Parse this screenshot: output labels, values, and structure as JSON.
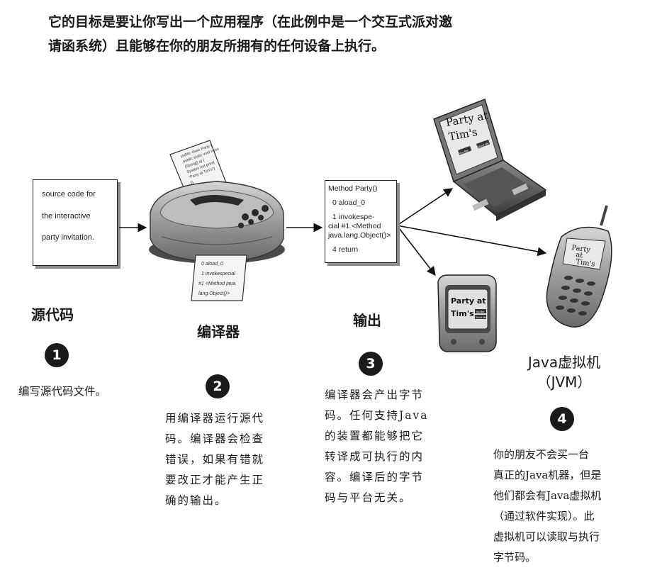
{
  "intro": {
    "line1": "它的目标是要让你写出一个应用程序（在此例中是一个交互式派对邀",
    "line2": "请函系统）且能够在你的朋友所拥有的任何设备上执行。"
  },
  "source_box": {
    "lines": [
      "source code for",
      "the interactive",
      "party invitation."
    ]
  },
  "paper_text": [
    "public class Party {",
    "public static void main",
    "(String[] a) {",
    "System.out.print(",
    "\"Party at Tim's\")",
    "}}"
  ],
  "output_paper": [
    "0 aload_0",
    "1 invokespecial",
    "#1 <Method java.",
    "lang.Object()>"
  ],
  "bytecode_box": {
    "lines": [
      "Method Party()",
      "0 aload_0",
      "1 invokespe-",
      "cial #1 <Method",
      "java.lang.Object()>",
      "4 return"
    ]
  },
  "device_screen": {
    "laptop": [
      "Party at",
      "Tim's"
    ],
    "laptop_buttons": [
      "You Bet",
      "Shoot Me"
    ],
    "phone": [
      "Party",
      "at",
      "Tim's"
    ],
    "pda": [
      "Party at",
      "Tim's"
    ],
    "pda_buttons": [
      "You Bet",
      "Shoot Me"
    ]
  },
  "steps": [
    {
      "label": "源代码",
      "number": "1",
      "desc": [
        "编写源代码文件。"
      ]
    },
    {
      "label": "编译器",
      "number": "2",
      "desc": [
        "用编译器运行源代",
        "码。编译器会检查",
        "错误，如果有错就",
        "要改正才能产生正",
        "确的输出。"
      ]
    },
    {
      "label": "输出",
      "number": "3",
      "desc": [
        "编译器会产出字节",
        "码。任何支持Java",
        "的装置都能够把它",
        "转译成可执行的内",
        "容。编译后的字节",
        "码与平台无关。"
      ]
    },
    {
      "label": "Java虚拟机",
      "label2": "（JVM）",
      "number": "4",
      "desc": [
        "你的朋友不会买一台",
        "真正的Java机器，但是",
        "他们都会有Java虚拟机",
        "（通过软件实现）。此",
        "虚拟机可以读取与执行",
        "字节码。"
      ]
    }
  ]
}
